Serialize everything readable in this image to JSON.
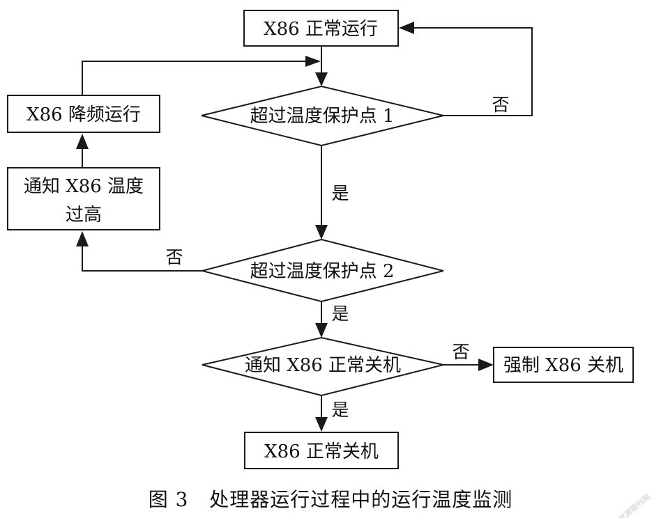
{
  "nodes": {
    "x86_normal_run": "X86 正常运行",
    "check_point_1": "超过温度保护点 1",
    "x86_throttle": "X86 降频运行",
    "notify_high_temp_line1": "通知 X86 温度",
    "notify_high_temp_line2": "过高",
    "check_point_2": "超过温度保护点 2",
    "notify_shutdown": "通知 X86 正常关机",
    "force_shutdown": "强制 X86 关机",
    "x86_normal_shutdown": "X86 正常关机"
  },
  "edges": {
    "cp1_no": "否",
    "cp1_yes": "是",
    "cp2_no": "否",
    "cp2_yes": "是",
    "shutdown_no": "否",
    "shutdown_yes": "是"
  },
  "caption": "图 3   处理器运行过程中的运行温度监测",
  "watermark": "龙源期刊网"
}
